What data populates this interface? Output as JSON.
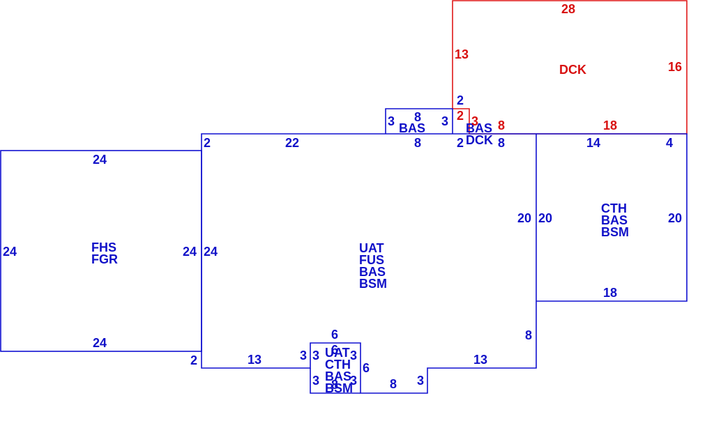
{
  "colors": {
    "primary": "#1010c8",
    "deck": "#d81010",
    "background": "#ffffff"
  },
  "areas": {
    "garage": {
      "codes": [
        "FHS",
        "FGR"
      ]
    },
    "main": {
      "codes": [
        "UAT",
        "FUS",
        "BAS",
        "BSM"
      ]
    },
    "right_addition": {
      "codes": [
        "CTH",
        "BAS",
        "BSM"
      ]
    },
    "bottom_bay": {
      "codes": [
        "UAT",
        "CTH",
        "BAS",
        "BSM"
      ]
    },
    "top_bump": {
      "codes": [
        "BAS"
      ]
    },
    "small_junction": {
      "codes": [
        "BAS",
        "DCK"
      ]
    },
    "deck": {
      "codes": [
        "DCK"
      ]
    }
  },
  "dimensions": {
    "garage_top": "24",
    "garage_bottom": "24",
    "garage_left": "24",
    "garage_right": "24",
    "main_top_2": "2",
    "main_top_22": "22",
    "main_left": "24",
    "main_bottom_left_2": "2",
    "main_bottom_13_left": "13",
    "main_bottom_13_right": "13",
    "main_right_8": "8",
    "main_right_20": "20",
    "bump_left_3": "3",
    "bump_top_8": "8",
    "bump_right_3": "3",
    "bump_bottom_8": "8",
    "junction_top_2": "2",
    "junction_bottom_2": "2",
    "junction_right_8": "8",
    "deck_top": "28",
    "deck_left": "13",
    "deck_right": "16",
    "deck_bottom": "18",
    "deck_jog_2": "2",
    "deck_jog_3": "3",
    "deck_jog_8": "8",
    "right_top_14": "14",
    "right_top_4": "4",
    "right_left_20": "20",
    "right_right_20": "20",
    "right_bottom_18": "18",
    "bay_top_6": "6",
    "bay_left_3_outer": "3",
    "bay_left_3_inner": "3",
    "bay_right_3": "3",
    "bay_right_6": "6",
    "bay_bottom_left_3": "3",
    "bay_bottom_right_3": "3",
    "bay_inner_6": "6",
    "bay_inner_8": "8",
    "bottom_8": "8",
    "bottom_3": "3"
  }
}
